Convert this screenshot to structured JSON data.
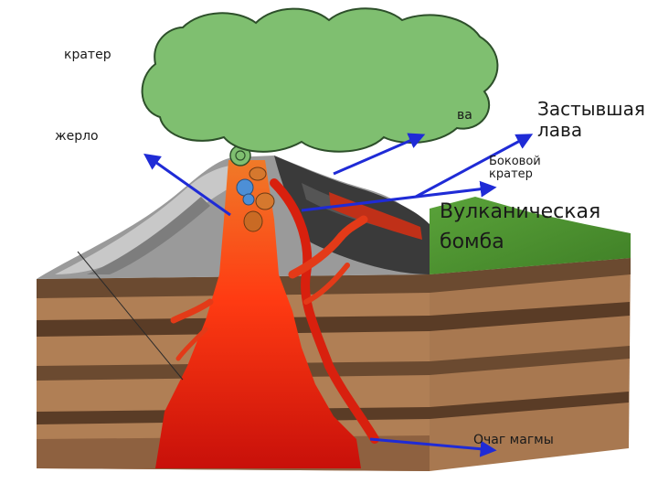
{
  "labels": {
    "crater": "кратер",
    "vent": "жерло",
    "partial_lava": "ва",
    "solidified_lava_line1": "Застывшая",
    "solidified_lava_line2": "лава",
    "side_crater_line1": "Боковой",
    "side_crater_line2": "кратер",
    "volcanic_bomb_line1": "Вулканическая",
    "volcanic_bomb_line2": "бомба",
    "magma_chamber": "Очаг магмы"
  },
  "colors": {
    "arrow": "#1f2bd6",
    "lava_bright": "#ff3b12",
    "lava_dark": "#b81408",
    "lava_orange": "#f07a28",
    "cloud": "#7fbf70",
    "grass": "#4a8f2e",
    "ash": "#8a8a8a",
    "rock_dark": "#3a3a3a"
  }
}
